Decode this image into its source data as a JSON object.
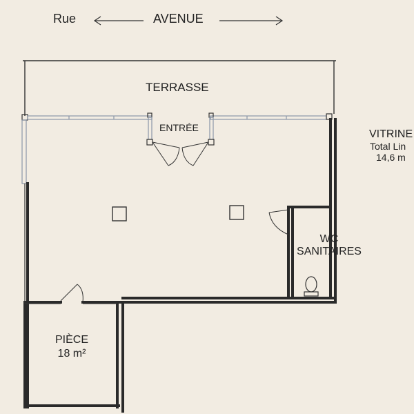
{
  "street": {
    "left_label": "Rue",
    "center_label": "AVENUE"
  },
  "rooms": {
    "terrace": "TERRASSE",
    "entrance": "ENTRÉE",
    "wc_line1": "WC",
    "wc_line2": "SANITAIRES",
    "room_line1": "PIÈCE",
    "room_line2": "18 m²"
  },
  "storefront": {
    "line1": "VITRINE",
    "line2": "Total Lin",
    "line3": "14,6 m"
  },
  "colors": {
    "background": "#f2ece2",
    "wall": "#2a2a2a",
    "glazing": "#8a96a8",
    "text": "#222222"
  }
}
